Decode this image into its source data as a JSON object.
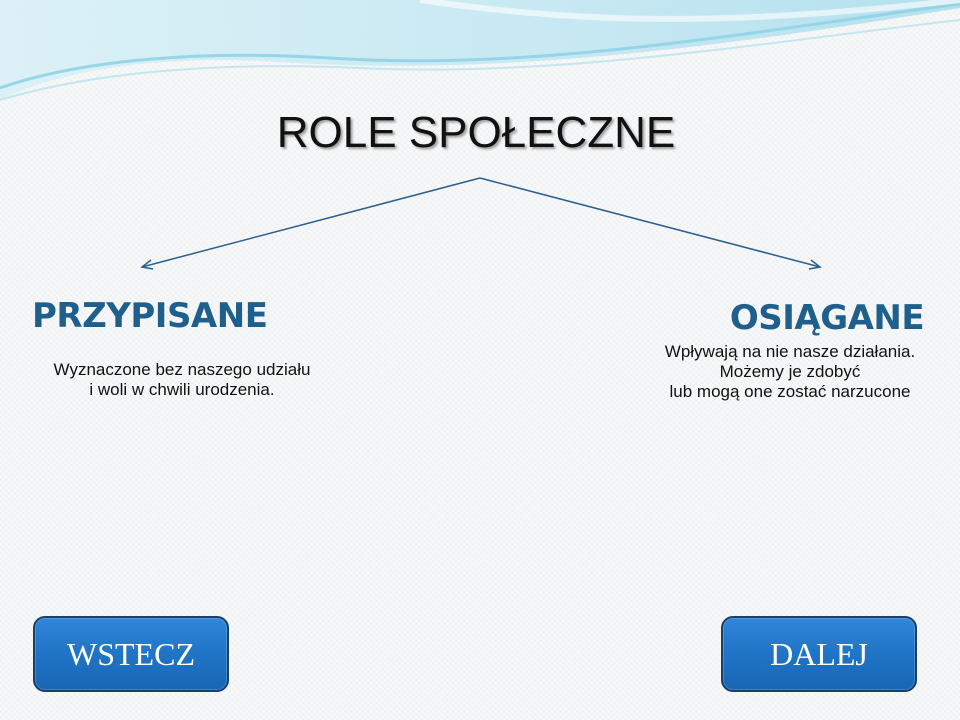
{
  "title": "ROLE SPOŁECZNE",
  "left": {
    "heading": "PRZYPISANE",
    "lines": [
      "Wyznaczone bez naszego udziału",
      "i woli w chwili urodzenia."
    ]
  },
  "right": {
    "heading": "OSIĄGANE",
    "lines": [
      "Wpływają na nie nasze działania.",
      "Możemy je zdobyć",
      "lub mogą one zostać narzucone"
    ]
  },
  "buttons": {
    "back": "WSTECZ",
    "next": "DALEJ"
  },
  "colors": {
    "heading": "#1f5f8b",
    "arrow": "#2a5f8f",
    "button": "#2074c6",
    "button_border": "#1a3f6b",
    "wave": "#8fd3e6"
  }
}
